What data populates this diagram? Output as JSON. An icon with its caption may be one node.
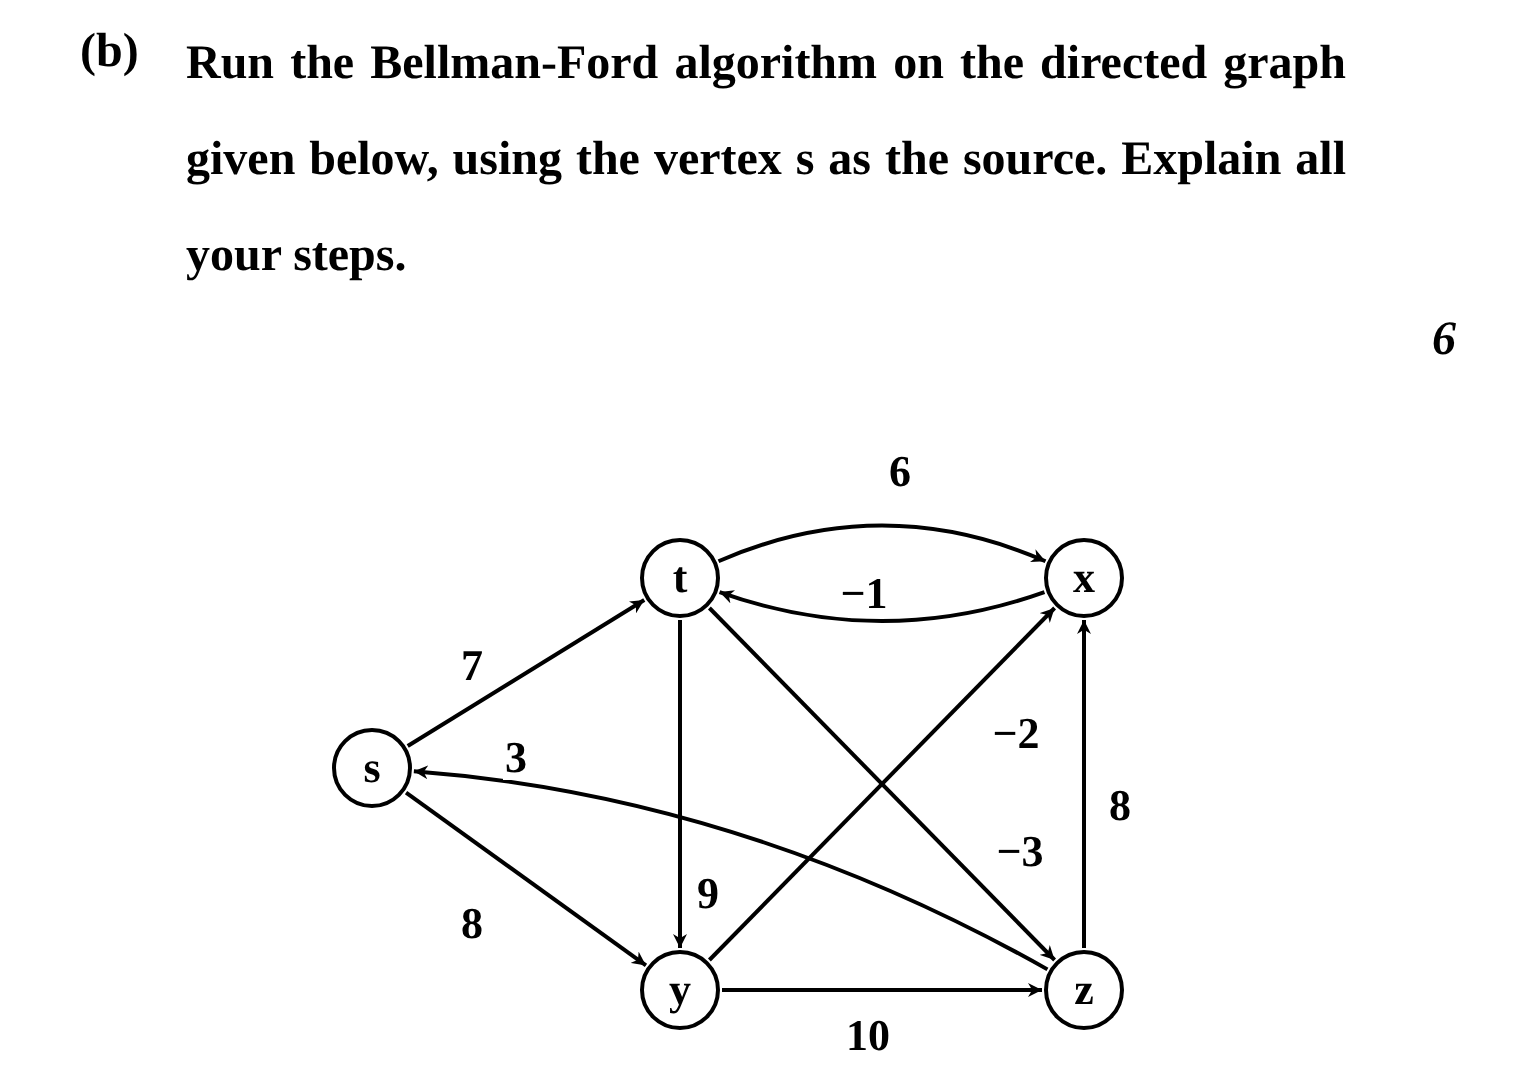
{
  "diagram": {
    "nodes": [
      {
        "text": [
          "s"
        ]
      },
      {
        "text": [
          "t"
        ]
      },
      {
        "text": [
          "x"
        ]
      },
      {
        "text": [
          "y"
        ]
      },
      {
        "text": [
          "z"
        ]
      }
    ],
    "edges": [
      {
        "from": 1,
        "to": 2,
        "arrow": "to",
        "label": "6"
      },
      {
        "from": 2,
        "to": 1,
        "arrow": "to",
        "label": "−1"
      },
      {
        "from": 0,
        "to": 1,
        "arrow": "to",
        "label": "7"
      },
      {
        "from": 4,
        "to": 0,
        "arrow": "to",
        "label": "3"
      },
      {
        "from": 0,
        "to": 3,
        "arrow": "to",
        "label": "8"
      },
      {
        "from": 1,
        "to": 3,
        "arrow": "to",
        "label": "9"
      },
      {
        "from": 3,
        "to": 2,
        "arrow": "to",
        "label": "−2"
      },
      {
        "from": 1,
        "to": 4,
        "arrow": "to",
        "label": "−3"
      },
      {
        "from": 4,
        "to": 2,
        "arrow": "to",
        "label": "8"
      },
      {
        "from": 3,
        "to": 4,
        "arrow": "to",
        "label": "10"
      }
    ],
    "labels": [
      "(b)",
      "Run the Bellman-Ford algorithm on the directed graph given below, using the vertex s as the source. Explain all your steps.",
      "6"
    ]
  }
}
